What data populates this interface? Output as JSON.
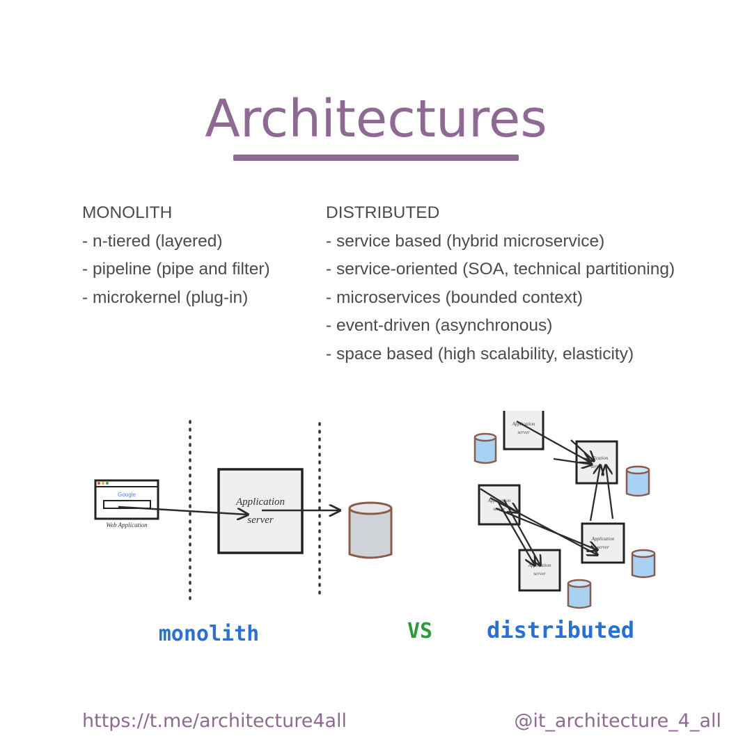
{
  "title": "Architectures",
  "colors": {
    "accent": "#8e6a92",
    "text": "#4f4a4a",
    "sketch_blue": "#2a6fd1",
    "sketch_green": "#2e9a3a",
    "db_fill_monolith": "#cfd3d8",
    "db_fill_distributed": "#a9d2f2"
  },
  "monolith": {
    "heading": "MONOLITH",
    "items": [
      "- n-tiered (layered)",
      "- pipeline (pipe and filter)",
      "- microkernel (plug-in)"
    ]
  },
  "distributed": {
    "heading": "DISTRIBUTED",
    "items": [
      "- service based (hybrid microservice)",
      "- service-oriented (SOA, technical partitioning)",
      "- microservices (bounded context)",
      "- event-driven (asynchronous)",
      "- space based (high scalability, elasticity)"
    ]
  },
  "diagram": {
    "browser_brand": "Google",
    "browser_label": "Web Application",
    "app_server_line1": "Application",
    "app_server_line2": "server",
    "label_monolith": "monolith",
    "label_vs": "VS",
    "label_distributed": "distributed"
  },
  "footer": {
    "link": "https://t.me/architecture4all",
    "handle": "@it_architecture_4_all"
  }
}
